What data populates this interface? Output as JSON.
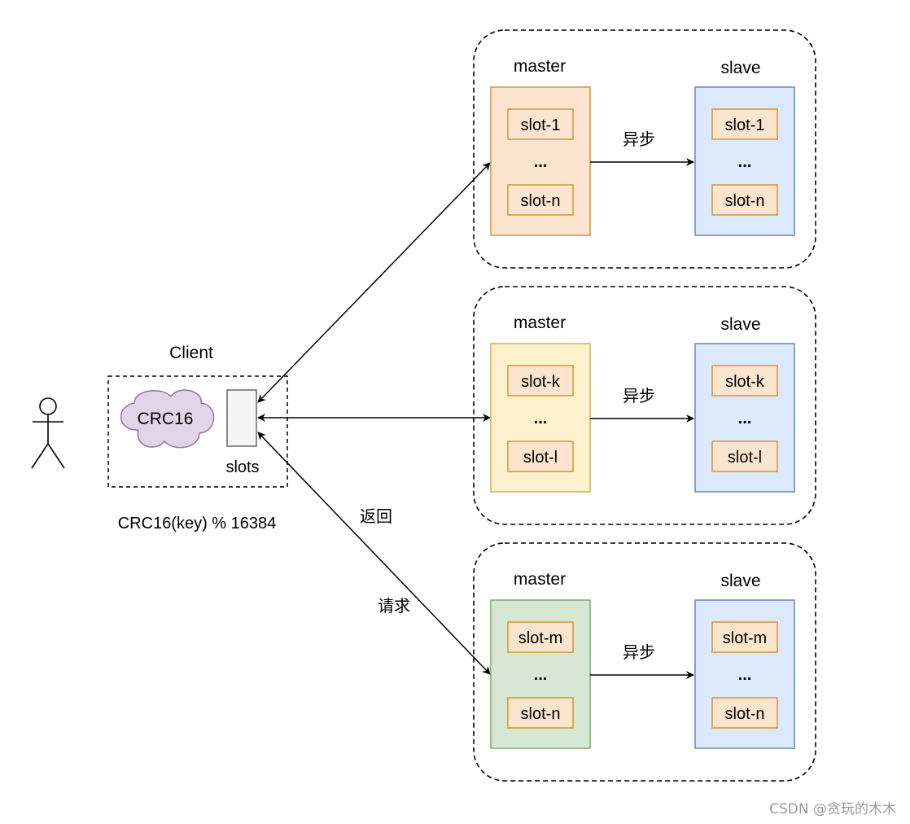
{
  "actor": {
    "icon": "person-icon"
  },
  "client": {
    "title": "Client",
    "hash_label": "CRC16",
    "slots_label": "slots",
    "formula": "CRC16(key) % 16384"
  },
  "arrows": {
    "return_label": "返回",
    "request_label": "请求"
  },
  "shards": [
    {
      "master": {
        "title": "master",
        "color": "#fbe5cf",
        "border": "#d79b3c",
        "slots": [
          "slot-1",
          "...",
          "slot-n"
        ]
      },
      "slave": {
        "title": "slave",
        "color": "#dce8fb",
        "border": "#6c8ebf",
        "slots": [
          "slot-1",
          "...",
          "slot-n"
        ]
      },
      "sync_label": "异步"
    },
    {
      "master": {
        "title": "master",
        "color": "#fdf1cd",
        "border": "#d6b656",
        "slots": [
          "slot-k",
          "...",
          "slot-l"
        ]
      },
      "slave": {
        "title": "slave",
        "color": "#dce8fb",
        "border": "#6c8ebf",
        "slots": [
          "slot-k",
          "...",
          "slot-l"
        ]
      },
      "sync_label": "异步"
    },
    {
      "master": {
        "title": "master",
        "color": "#d6e8d4",
        "border": "#82b366",
        "slots": [
          "slot-m",
          "...",
          "slot-n"
        ]
      },
      "slave": {
        "title": "slave",
        "color": "#dce8fb",
        "border": "#6c8ebf",
        "slots": [
          "slot-m",
          "...",
          "slot-n"
        ]
      },
      "sync_label": "异步"
    }
  ],
  "slot_box": {
    "color": "#fbe5cf",
    "border": "#d79b3c"
  },
  "watermark": "CSDN @贪玩的木木"
}
